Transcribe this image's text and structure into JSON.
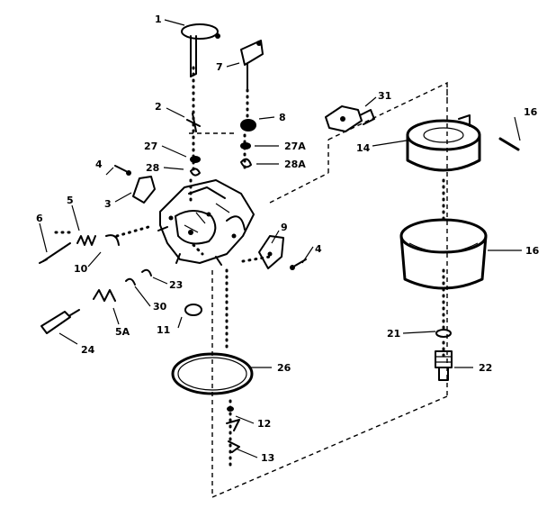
{
  "labels": {
    "p1": "1",
    "p2": "2",
    "p3": "3",
    "p4a": "4",
    "p4b": "4",
    "p5": "5",
    "p6": "6",
    "p7": "7",
    "p8": "8",
    "p9": "9",
    "p10": "10",
    "p11": "11",
    "p12": "12",
    "p13": "13",
    "p14": "14",
    "p16a": "16",
    "p16b": "16",
    "p21": "21",
    "p22": "22",
    "p23": "23",
    "p24": "24",
    "p26": "26",
    "p27": "27",
    "p27a": "27A",
    "p28": "28",
    "p28a": "28A",
    "p30": "30",
    "p31": "31",
    "p5a": "5A"
  }
}
